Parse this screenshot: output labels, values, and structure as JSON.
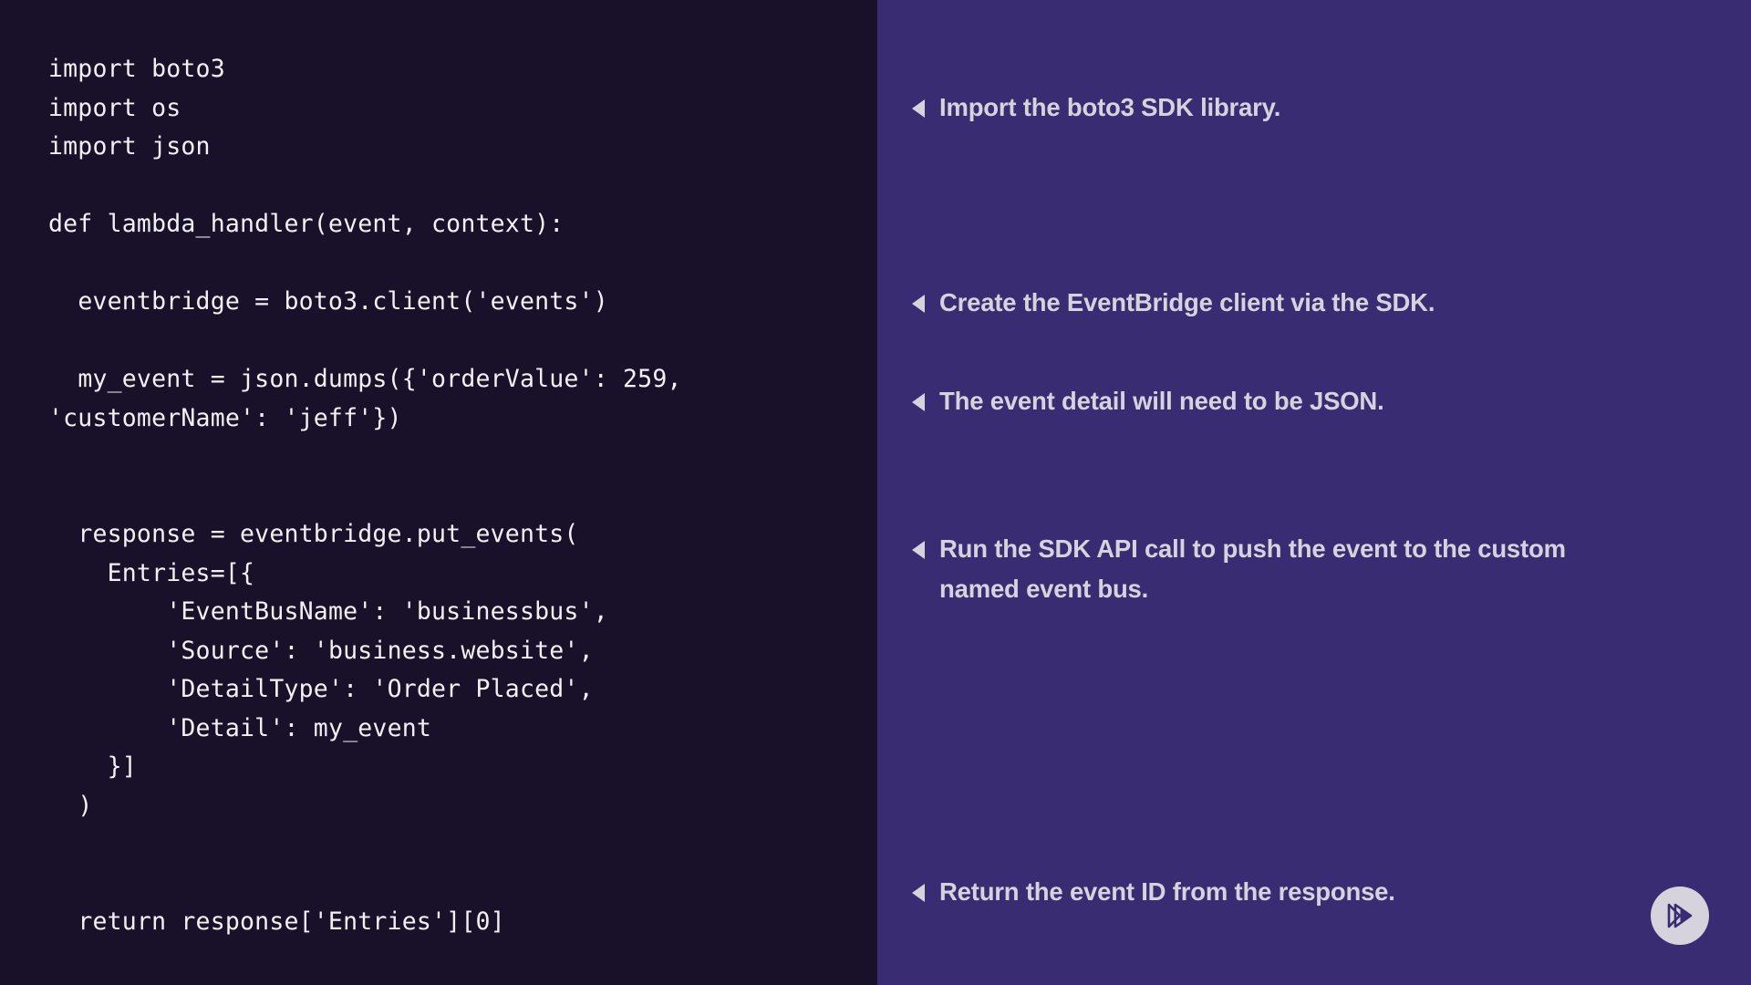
{
  "theme": {
    "code_panel_bg": "#191129",
    "notes_panel_bg": "#3A2C72",
    "code_text": "#F2F0F5",
    "note_text": "#D6D3DC",
    "logo_bg": "#D6D3DC",
    "logo_mark": "#3A2C72"
  },
  "code": {
    "language": "python",
    "content": "import boto3\nimport os\nimport json\n\ndef lambda_handler(event, context):\n\n  eventbridge = boto3.client('events')\n\n  my_event = json.dumps({'orderValue': 259, 'customerName': 'jeff'})\n\n\n  response = eventbridge.put_events(\n    Entries=[{\n        'EventBusName': 'businessbus',\n        'Source': 'business.website',\n        'DetailType': 'Order Placed',\n        'Detail': my_event\n    }]\n  )\n\n\n  return response['Entries'][0]"
  },
  "notes": [
    {
      "marker": "left-triangle",
      "text": "Import the boto3 SDK library."
    },
    {
      "marker": "left-triangle",
      "text": "Create the EventBridge client via the SDK."
    },
    {
      "marker": "left-triangle",
      "text": "The event detail will need to be JSON."
    },
    {
      "marker": "left-triangle",
      "text": "Run the SDK API call to push the event to the custom named event bus."
    },
    {
      "marker": "left-triangle",
      "text": "Return the event ID from the response."
    }
  ],
  "logo": {
    "name": "nested-play-triangle-logo"
  }
}
